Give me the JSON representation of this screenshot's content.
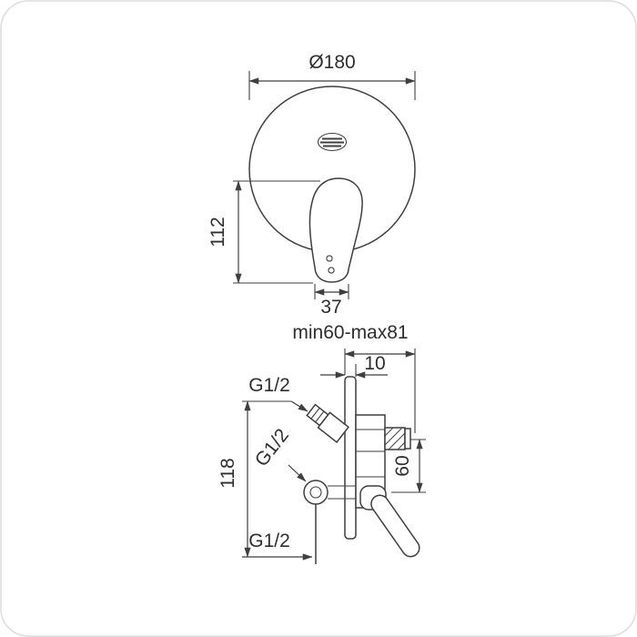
{
  "drawing": {
    "front_view": {
      "diameter": "Ø180",
      "lever_length": "112",
      "lever_end_width": "37"
    },
    "side_view": {
      "installation_depth": "min60-max81",
      "plate_thickness": "10",
      "top_inlet_thread": "G1/2",
      "middle_outlet_thread": "G1/2",
      "bottom_inlet_thread": "G1/2",
      "body_height": "118",
      "outlet_offset": "60"
    },
    "colors": {
      "line": "#3f3f3f",
      "text": "#2e2e2e",
      "border": "#d9d9d9",
      "background": "#ffffff"
    }
  }
}
